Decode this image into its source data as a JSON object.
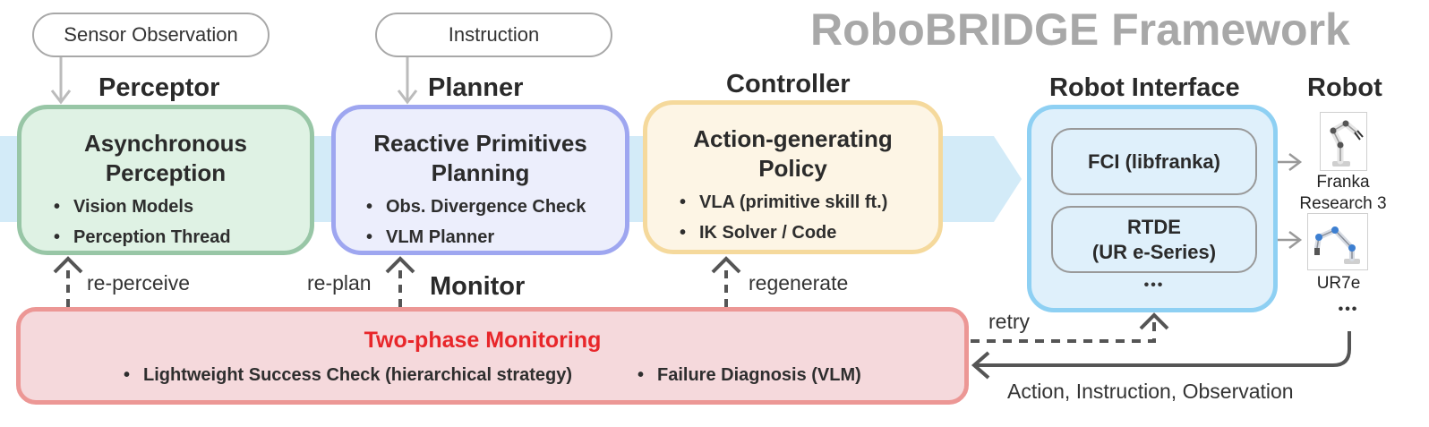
{
  "title": "RoboBRIDGE Framework",
  "inputs": {
    "sensor": "Sensor Observation",
    "instruction": "Instruction"
  },
  "perceptor": {
    "section": "Perceptor",
    "title_line1": "Asynchronous",
    "title_line2": "Perception",
    "items": [
      "Vision Models",
      "Perception Thread"
    ],
    "feedback": "re-perceive"
  },
  "planner": {
    "section": "Planner",
    "title_line1": "Reactive Primitives",
    "title_line2": "Planning",
    "items": [
      "Obs. Divergence Check",
      "VLM Planner"
    ],
    "feedback": "re-plan"
  },
  "controller": {
    "section": "Controller",
    "title_line1": "Action-generating",
    "title_line2": "Policy",
    "items": [
      "VLA (primitive skill ft.)",
      "IK Solver / Code"
    ],
    "feedback": "regenerate"
  },
  "robot_interface": {
    "section": "Robot Interface",
    "fci": "FCI (libfranka)",
    "rtde_line1": "RTDE",
    "rtde_line2": "(UR e-Series)",
    "more": "•••"
  },
  "robot": {
    "section": "Robot",
    "franka_line1": "Franka",
    "franka_line2": "Research 3",
    "ur": "UR7e",
    "more": "•••"
  },
  "monitor": {
    "section": "Monitor",
    "title": "Two-phase Monitoring",
    "items": [
      "Lightweight Success Check (hierarchical strategy)",
      "Failure Diagnosis (VLM)"
    ],
    "retry": "retry",
    "return_flow": "Action, Instruction, Observation"
  },
  "colors": {
    "flow_band": "#d3ebf8",
    "perceptor_fill": "#dff2e4",
    "perceptor_border": "#98c6a6",
    "planner_fill": "#eceefc",
    "planner_border": "#9ea6f0",
    "controller_fill": "#fdf5e5",
    "controller_border": "#f5d99c",
    "interface_fill": "#dff0fb",
    "interface_border": "#8ed0f3",
    "monitor_fill": "#f5d9dc",
    "monitor_border": "#ec9795",
    "monitor_title": "#e8262a",
    "title_gray": "#a8a8a8",
    "connector_gray": "#bbbbbb",
    "feedback_dark": "#555555"
  }
}
